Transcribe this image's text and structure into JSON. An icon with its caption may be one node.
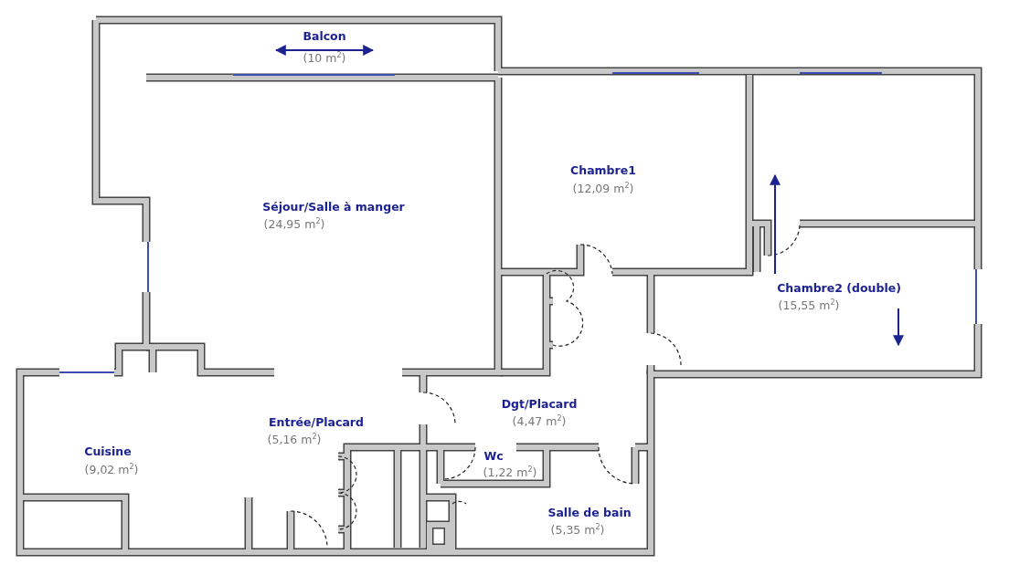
{
  "diagram": {
    "labels": [
      "Balcon",
      "(10 m$^{2}$)",
      "Chambre1",
      "(12,09 m$^{2}$)",
      "Séjour/Salle à manger",
      "(24,95 m$^{2}$)",
      "Chambre2 (double)",
      "(15,55 m$^{2}$)",
      "Dgt/Placard",
      "(4,47 m$^{2}$)",
      "Entrée/Placard",
      "(5,16 m$^{2}$)",
      "Cuisine",
      "(9,02 m$^{2}$)",
      "Wc",
      "(1,22 m$^{2}$)",
      "Salle de bain",
      "(5,35 m$^{2}$)"
    ]
  }
}
